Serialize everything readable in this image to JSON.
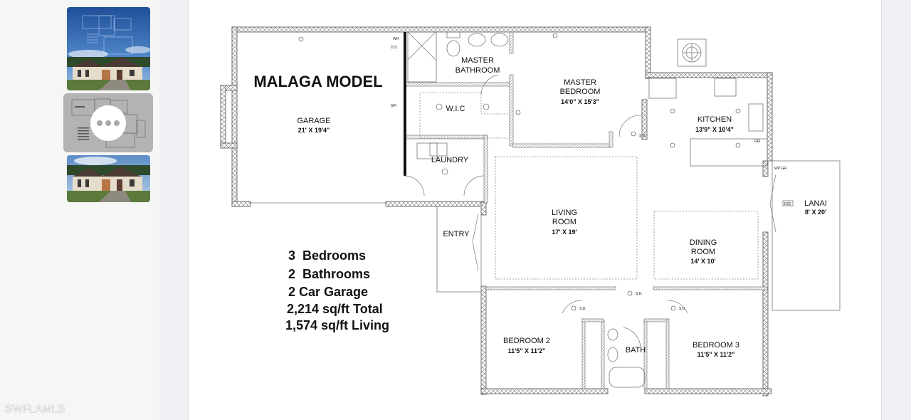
{
  "gallery": {
    "thumbnails": [
      {
        "label": "Exterior rendering with blueprint",
        "selected": false
      },
      {
        "label": "Floor plan",
        "selected": true,
        "overlay": "more-options"
      },
      {
        "label": "Exterior rendering",
        "selected": false
      }
    ],
    "watermark": "SWFLAMLS"
  },
  "floorplan": {
    "title": "MALAGA MODEL",
    "summary": [
      "3  Bedrooms",
      "2  Bathrooms",
      "2 Car Garage",
      "2,214 sq/ft Total",
      "1,574 sq/ft Living"
    ],
    "rooms": {
      "garage": {
        "name": "GARAGE",
        "size": "21' X 19'4\""
      },
      "master_bath": {
        "name1": "MASTER",
        "name2": "BATHROOM"
      },
      "master_bed": {
        "name1": "MASTER",
        "name2": "BEDROOM",
        "size": "14'0\" X 15'3\""
      },
      "wic": {
        "name": "W.I.C"
      },
      "laundry": {
        "name": "LAUNDRY"
      },
      "kitchen": {
        "name": "KITCHEN",
        "size": "13'9\" X 10'4\""
      },
      "lanai": {
        "name": "LANAI",
        "size": "8' X 20'"
      },
      "entry": {
        "name": "ENTRY"
      },
      "living": {
        "name1": "LIVING",
        "name2": "ROOM",
        "size": "17' X 19'"
      },
      "dining": {
        "name1": "DINING",
        "name2": "ROOM",
        "size": "14' X 10'"
      },
      "bedroom2": {
        "name": "BEDROOM 2",
        "size": "11'5\" X 11'2\""
      },
      "bedroom3": {
        "name": "BEDROOM 3",
        "size": "11'5\" X 11'2\""
      },
      "bath": {
        "name": "BATH"
      }
    },
    "annotations": {
      "smoke": "S.D.",
      "gfi": "GFI",
      "wp_gfi": "WP GFI",
      "door_code": "D02",
      "wh": "WH",
      "ds": "D.S."
    }
  }
}
